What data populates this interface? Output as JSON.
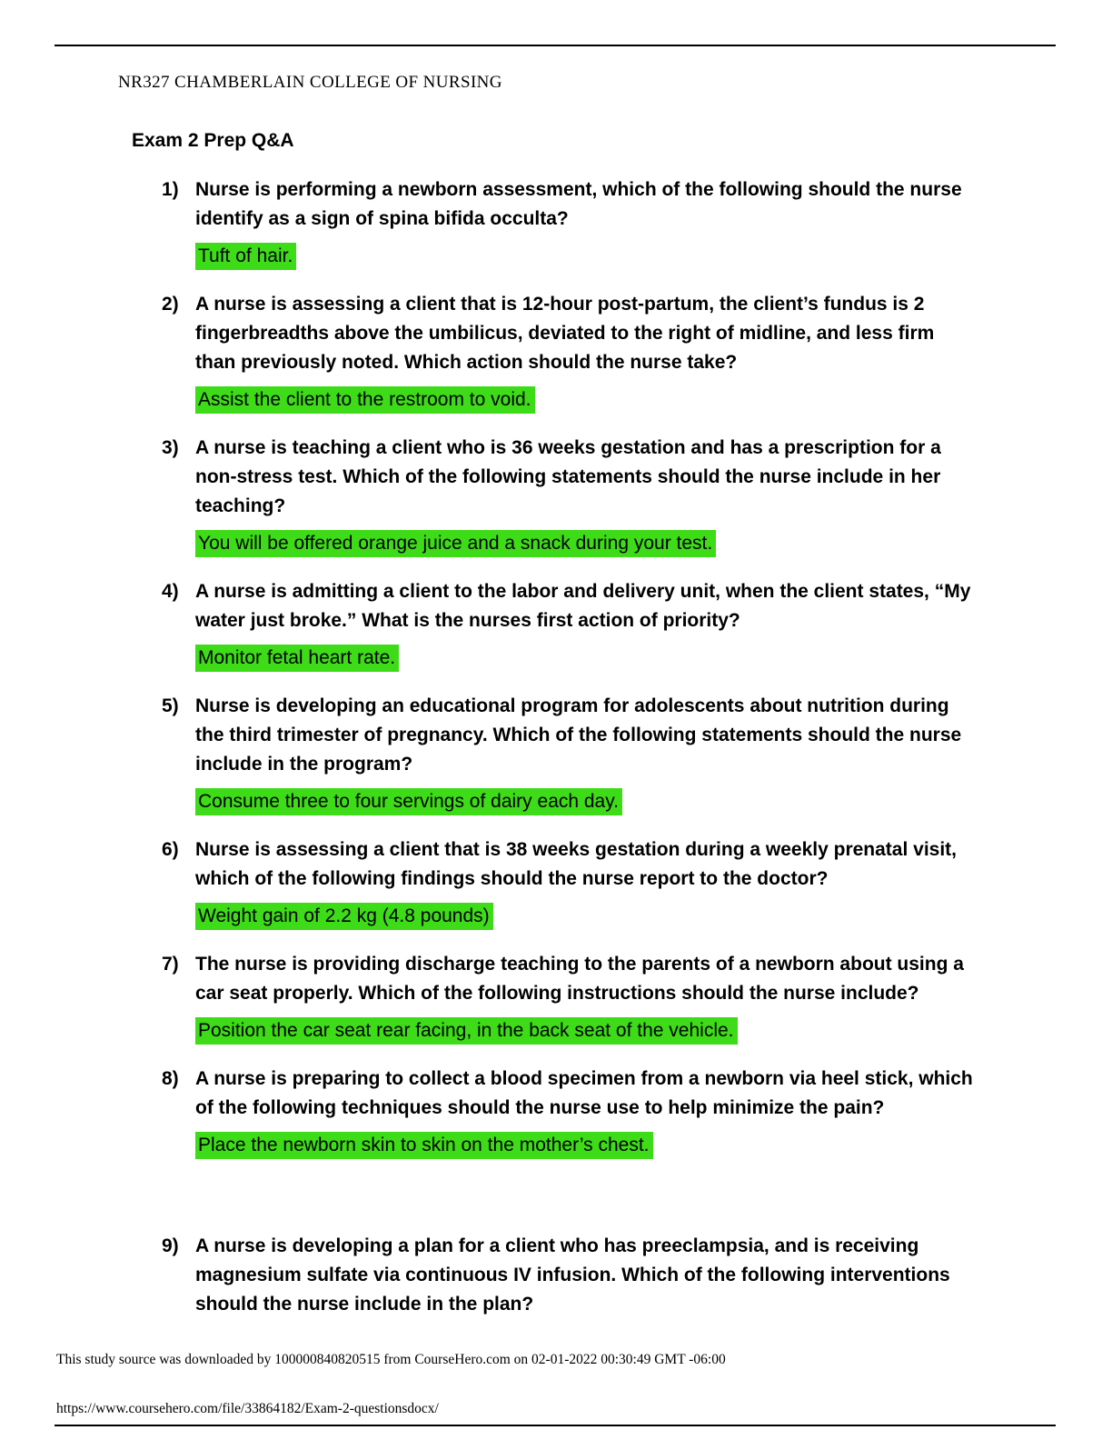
{
  "page": {
    "header": "NR327 CHAMBERLAIN COLLEGE OF NURSING",
    "title": "Exam 2 Prep Q&A"
  },
  "questions": [
    {
      "number": "1)",
      "text": "Nurse is performing a newborn assessment, which of the following should the nurse identify as a sign of spina bifida occulta?",
      "answer": "Tuft of hair."
    },
    {
      "number": "2)",
      "text": "A nurse is assessing a client that is 12-hour post-partum, the client’s fundus is 2 fingerbreadths above the umbilicus, deviated to the right of midline, and less firm than previously noted. Which action should the nurse take?",
      "answer": "Assist the client to the restroom to void."
    },
    {
      "number": "3)",
      "text": "A nurse is teaching a client who is 36 weeks gestation and has a prescription for a non-stress test. Which of the following statements should the nurse include in her teaching?",
      "answer": "You will be offered orange juice and a snack during your test."
    },
    {
      "number": "4)",
      "text": "A nurse is admitting a client to the labor and delivery unit, when the client states, “My water just broke.” What is the nurses first action of priority?",
      "answer": "Monitor fetal heart rate."
    },
    {
      "number": "5)",
      "text": "Nurse is developing an educational program for adolescents about nutrition during the third trimester of pregnancy. Which of the following statements should the nurse include in the program?",
      "answer": "Consume three to four servings of dairy each day."
    },
    {
      "number": "6)",
      "text": "Nurse is assessing a client that is 38 weeks gestation during a weekly prenatal visit, which of the following findings should the nurse report to the doctor?",
      "answer": "Weight gain of 2.2 kg (4.8 pounds)"
    },
    {
      "number": "7)",
      "text": "The nurse is providing discharge teaching to the parents of a newborn about using a car seat properly. Which of the following instructions should the nurse include?",
      "answer": "Position the car seat rear facing, in the back seat of the vehicle."
    },
    {
      "number": "8)",
      "text": "A nurse is preparing to collect a blood specimen from a newborn via heel stick, which of the following techniques should the nurse use to help minimize the pain?",
      "answer": "Place the newborn skin to skin on the mother’s chest."
    },
    {
      "number": "9)",
      "text": "A nurse is developing a plan for a client who has preeclampsia, and is receiving magnesium sulfate via continuous IV infusion. Which of the following interventions should the nurse include in the plan?",
      "answer": null
    }
  ],
  "footer": {
    "download_note": "This study source was downloaded by 100000840820515 from CourseHero.com on 02-01-2022 00:30:49 GMT -06:00",
    "url": "https://www.coursehero.com/file/33864182/Exam-2-questionsdocx/"
  },
  "colors": {
    "highlight": "#3edc18",
    "text": "#000000",
    "background": "#ffffff"
  }
}
